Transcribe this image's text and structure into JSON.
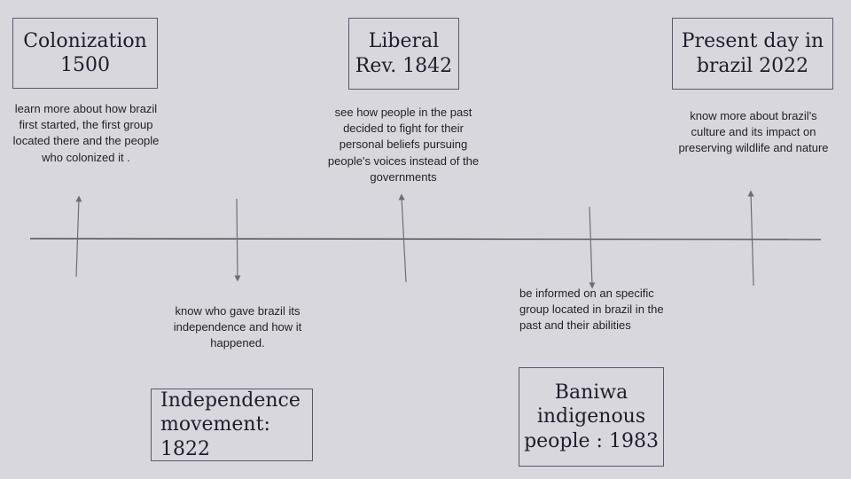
{
  "events": [
    {
      "id": "colonization",
      "title_line1": "Colonization",
      "title_line2": "1500",
      "description": "learn more about how brazil first started, the first group located there and the people who colonized it ."
    },
    {
      "id": "independence",
      "title_line1": "Independence",
      "title_line2": "movement: 1822",
      "description": "know who gave brazil its independence and how it happened."
    },
    {
      "id": "liberal",
      "title_line1": "Liberal",
      "title_line2": "Rev.  1842",
      "description": "see how people in the past decided to fight for their personal beliefs pursuing people's voices instead of the governments"
    },
    {
      "id": "baniwa",
      "title_line1": "Baniwa",
      "title_line2": "indigenous",
      "title_line3": "people : 1983",
      "description": "be informed on an specific group located in brazil in the past and their abilities"
    },
    {
      "id": "present",
      "title_line1": "Present day in",
      "title_line2": "brazil 2022",
      "description": "know more about brazil's culture and its impact on preserving wildlife and nature"
    }
  ],
  "colors": {
    "background": "#d9d7de",
    "line": "#333333",
    "arrow": "#6e6c78",
    "box_border": "#5a5870"
  }
}
